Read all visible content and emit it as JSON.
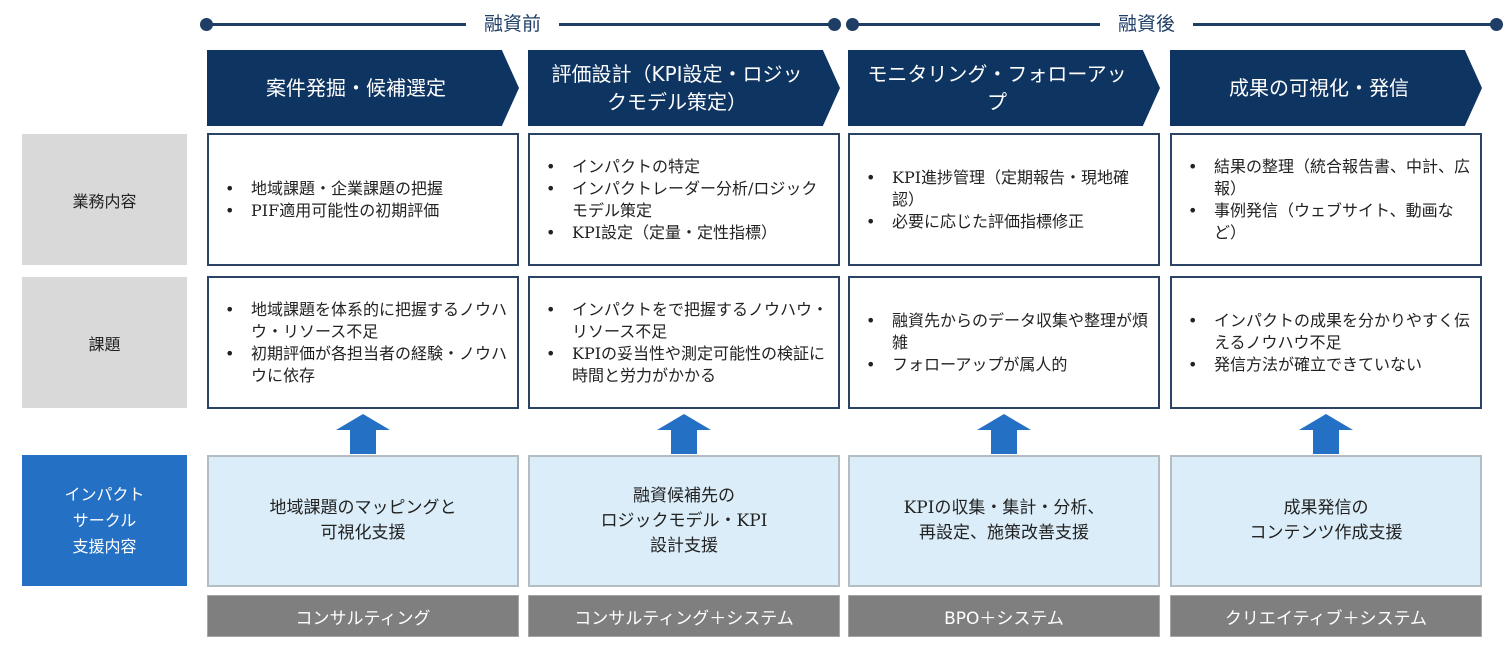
{
  "timeline": {
    "before_financing": "融資前",
    "after_financing": "融資後"
  },
  "phases": [
    {
      "title": "案件発掘・候補選定"
    },
    {
      "title": "評価設計（KPI設定・ロジックモデル策定）"
    },
    {
      "title": "モニタリング・フォローアップ"
    },
    {
      "title": "成果の可視化・発信"
    }
  ],
  "row_labels": {
    "business": "業務内容",
    "issues": "課題",
    "support": "インパクトサークル支援内容"
  },
  "business": [
    [
      "地域課題・企業課題の把握",
      "PIF適用可能性の初期評価"
    ],
    [
      "インパクトの特定",
      "インパクトレーダー分析/ロジックモデル策定",
      "KPI設定（定量・定性指標）"
    ],
    [
      "KPI進捗管理（定期報告・現地確認）",
      "必要に応じた評価指標修正"
    ],
    [
      "結果の整理（統合報告書、中計、広報）",
      "事例発信（ウェブサイト、動画など）"
    ]
  ],
  "issues": [
    [
      "地域課題を体系的に把握するノウハウ・リソース不足",
      "初期評価が各担当者の経験・ノウハウに依存"
    ],
    [
      "インパクトをで把握するノウハウ・リソース不足",
      "KPIの妥当性や測定可能性の検証に時間と労力がかかる"
    ],
    [
      "融資先からのデータ収集や整理が煩雑",
      "フォローアップが属人的"
    ],
    [
      "インパクトの成果を分かりやすく伝えるノウハウ不足",
      "発信方法が確立できていない"
    ]
  ],
  "support": [
    [
      "地域課題のマッピングと",
      "可視化支援"
    ],
    [
      "融資候補先の",
      "ロジックモデル・KPI",
      "設計支援"
    ],
    [
      "KPIの収集・集計・分析、",
      "再設定、施策改善支援"
    ],
    [
      "成果発信の",
      "コンテンツ作成支援"
    ]
  ],
  "support_label_lines": [
    "インパクト",
    "サークル",
    "支援内容"
  ],
  "service_types": [
    "コンサルティング",
    "コンサルティング＋システム",
    "BPO＋システム",
    "クリエイティブ＋システム"
  ],
  "colors": {
    "navy": "#0e3461",
    "timeline": "#1f3e66",
    "support_blue": "#2470c4",
    "support_bg": "#daedf8",
    "label_gray": "#d9d9d9",
    "footer_gray": "#7f7f7f"
  }
}
